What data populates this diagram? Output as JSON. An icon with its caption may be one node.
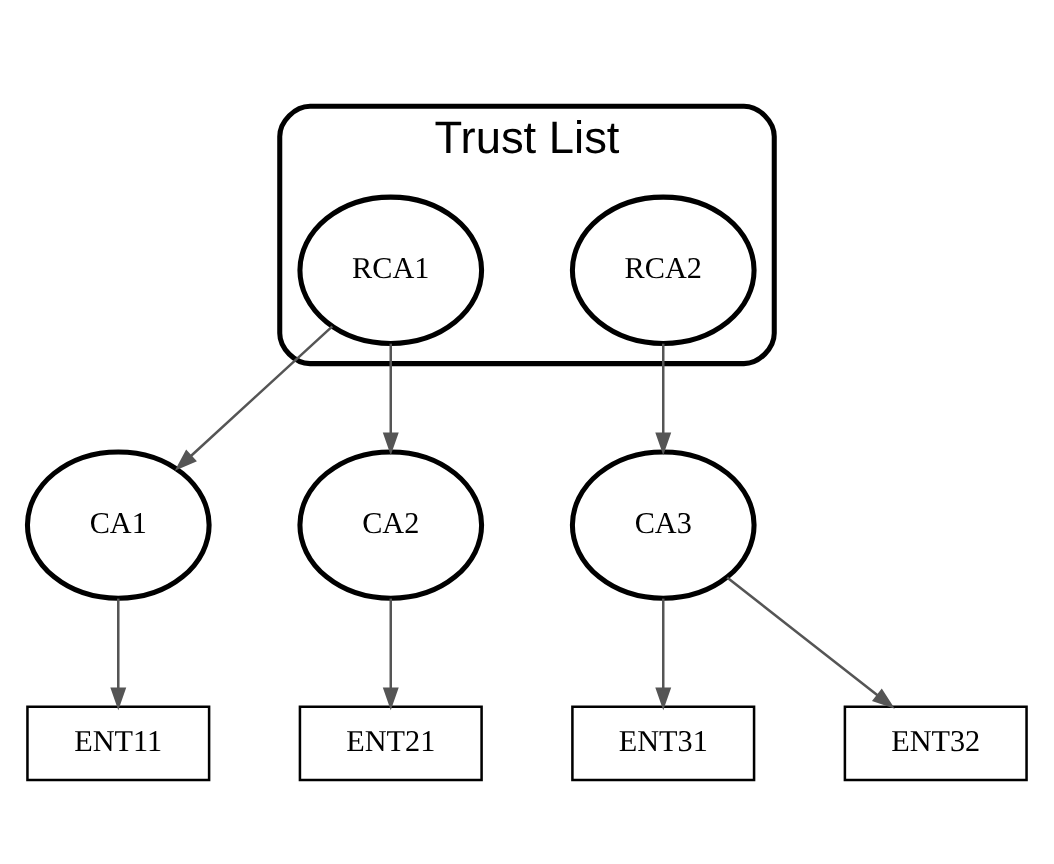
{
  "diagram": {
    "nodes": [
      {
        "text": [
          "Trust List"
        ]
      },
      {
        "text": [
          "RCA1"
        ],
        "in": 0
      },
      {
        "text": [
          "RCA2"
        ],
        "in": 0
      },
      {
        "text": [
          "CA1"
        ]
      },
      {
        "text": [
          "CA2"
        ]
      },
      {
        "text": [
          "CA3"
        ]
      },
      {
        "text": [
          "ENT11"
        ]
      },
      {
        "text": [
          "ENT21"
        ]
      },
      {
        "text": [
          "ENT31"
        ]
      },
      {
        "text": [
          "ENT32"
        ]
      }
    ],
    "edges": [
      {
        "from": 1,
        "to": 3,
        "arrow": "to"
      },
      {
        "from": 1,
        "to": 4,
        "arrow": "to"
      },
      {
        "from": 2,
        "to": 5,
        "arrow": "to"
      },
      {
        "from": 3,
        "to": 6,
        "arrow": "to"
      },
      {
        "from": 4,
        "to": 7,
        "arrow": "to"
      },
      {
        "from": 5,
        "to": 8,
        "arrow": "to"
      },
      {
        "from": 5,
        "to": 9,
        "arrow": "to"
      }
    ]
  }
}
